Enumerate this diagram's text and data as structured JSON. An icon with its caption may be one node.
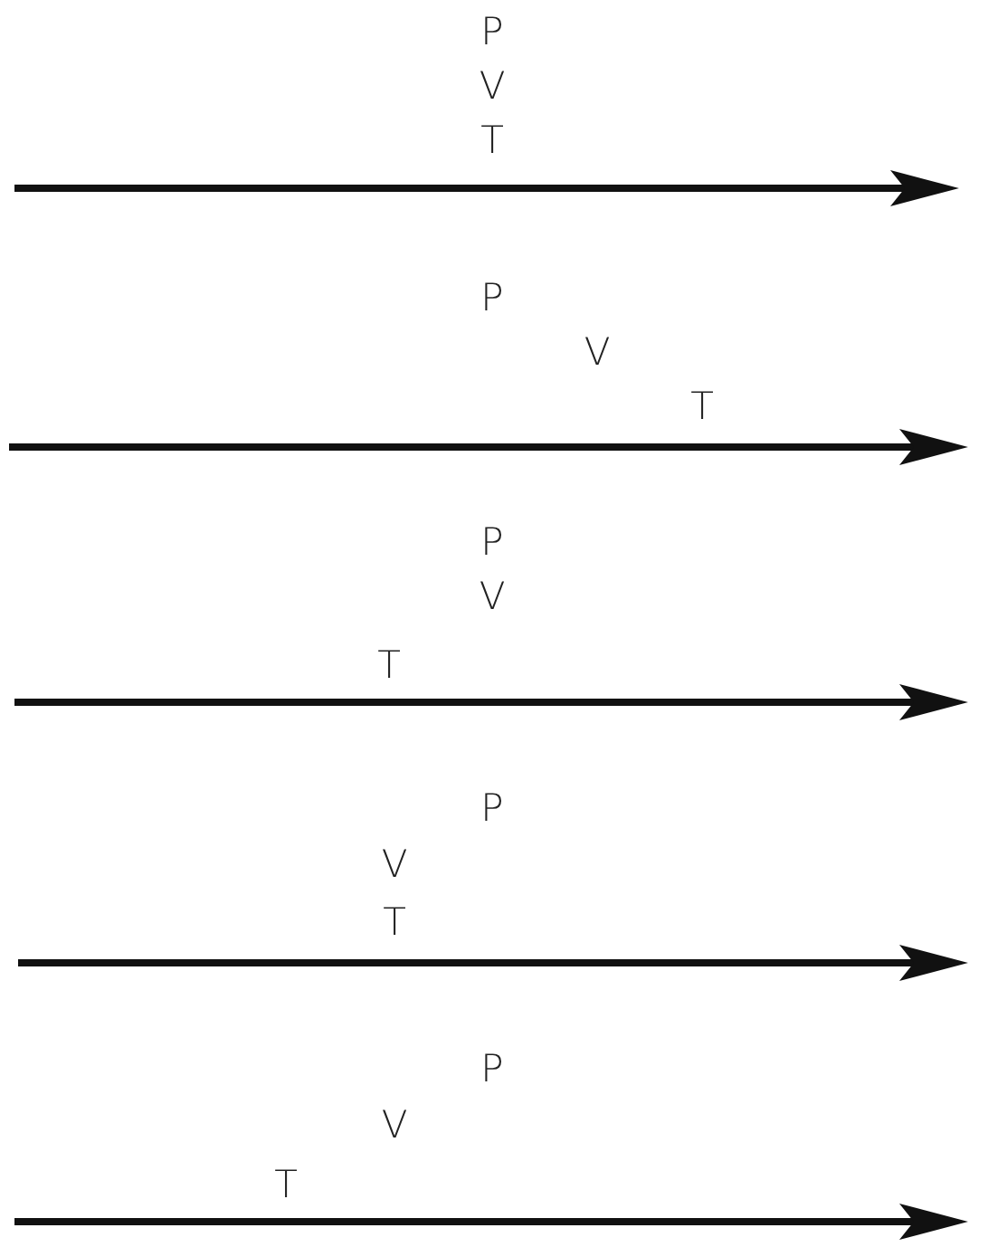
{
  "diagram": {
    "labels": [
      "P",
      "V",
      "T",
      "P",
      "V",
      "T",
      "P",
      "V",
      "T",
      "P",
      "V",
      "T",
      "P",
      "V",
      "T"
    ]
  }
}
